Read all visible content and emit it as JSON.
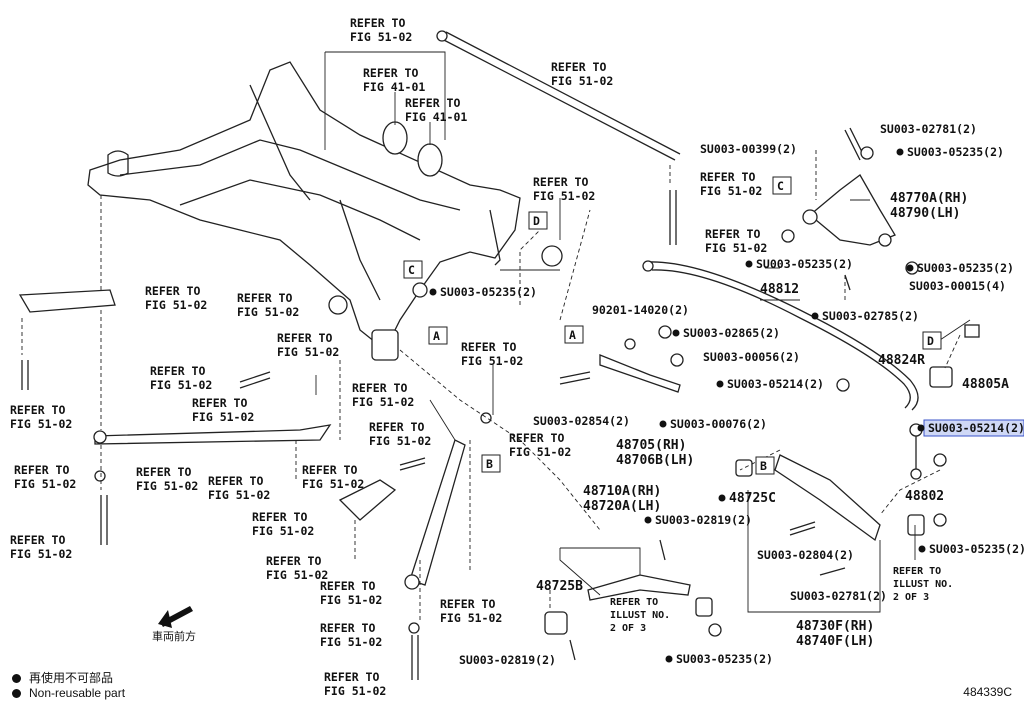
{
  "diagram": {
    "labels": {
      "refer_fig5102": "REFER TO",
      "fig5102": "FIG 51-02",
      "fig4101": "FIG 41-01",
      "illust_line1": "REFER TO",
      "illust_line2": "ILLUST NO.",
      "illust_line3": "2 OF 3"
    },
    "parts": {
      "p48770a": "48770A(RH)",
      "p48790": "48790(LH)",
      "p48812": "48812",
      "p48824r": "48824R",
      "p48805a": "48805A",
      "p48802": "48802",
      "p48705": "48705(RH)",
      "p48706b": "48706B(LH)",
      "p48725c": "48725C",
      "p48710a": "48710A(RH)",
      "p48720a": "48720A(LH)",
      "p48725b": "48725B",
      "p48730f": "48730F(RH)",
      "p48740f": "48740F(LH)",
      "p90201": "90201-14020(2)",
      "su02781": "SU003-02781(2)",
      "su05235": "SU003-05235(2)",
      "su00399": "SU003-00399(2)",
      "su00015": "SU003-00015(4)",
      "su02785": "SU003-02785(2)",
      "su02865": "SU003-02865(2)",
      "su00056": "SU003-00056(2)",
      "su05214": "SU003-05214(2)",
      "su02854": "SU003-02854(2)",
      "su00076": "SU003-00076(2)",
      "su02819": "SU003-02819(2)",
      "su02804": "SU003-02804(2)"
    },
    "markers": {
      "a": "A",
      "b": "B",
      "c": "C",
      "d": "D"
    },
    "front_arrow": "車両前方"
  },
  "legend": {
    "jp": "再使用不可部品",
    "en": "Non-reusable part"
  },
  "figure_code": "484339C",
  "colors": {
    "highlight": "#cfd8f6",
    "highlight_border": "#3b55c9",
    "ink": "#111111"
  }
}
